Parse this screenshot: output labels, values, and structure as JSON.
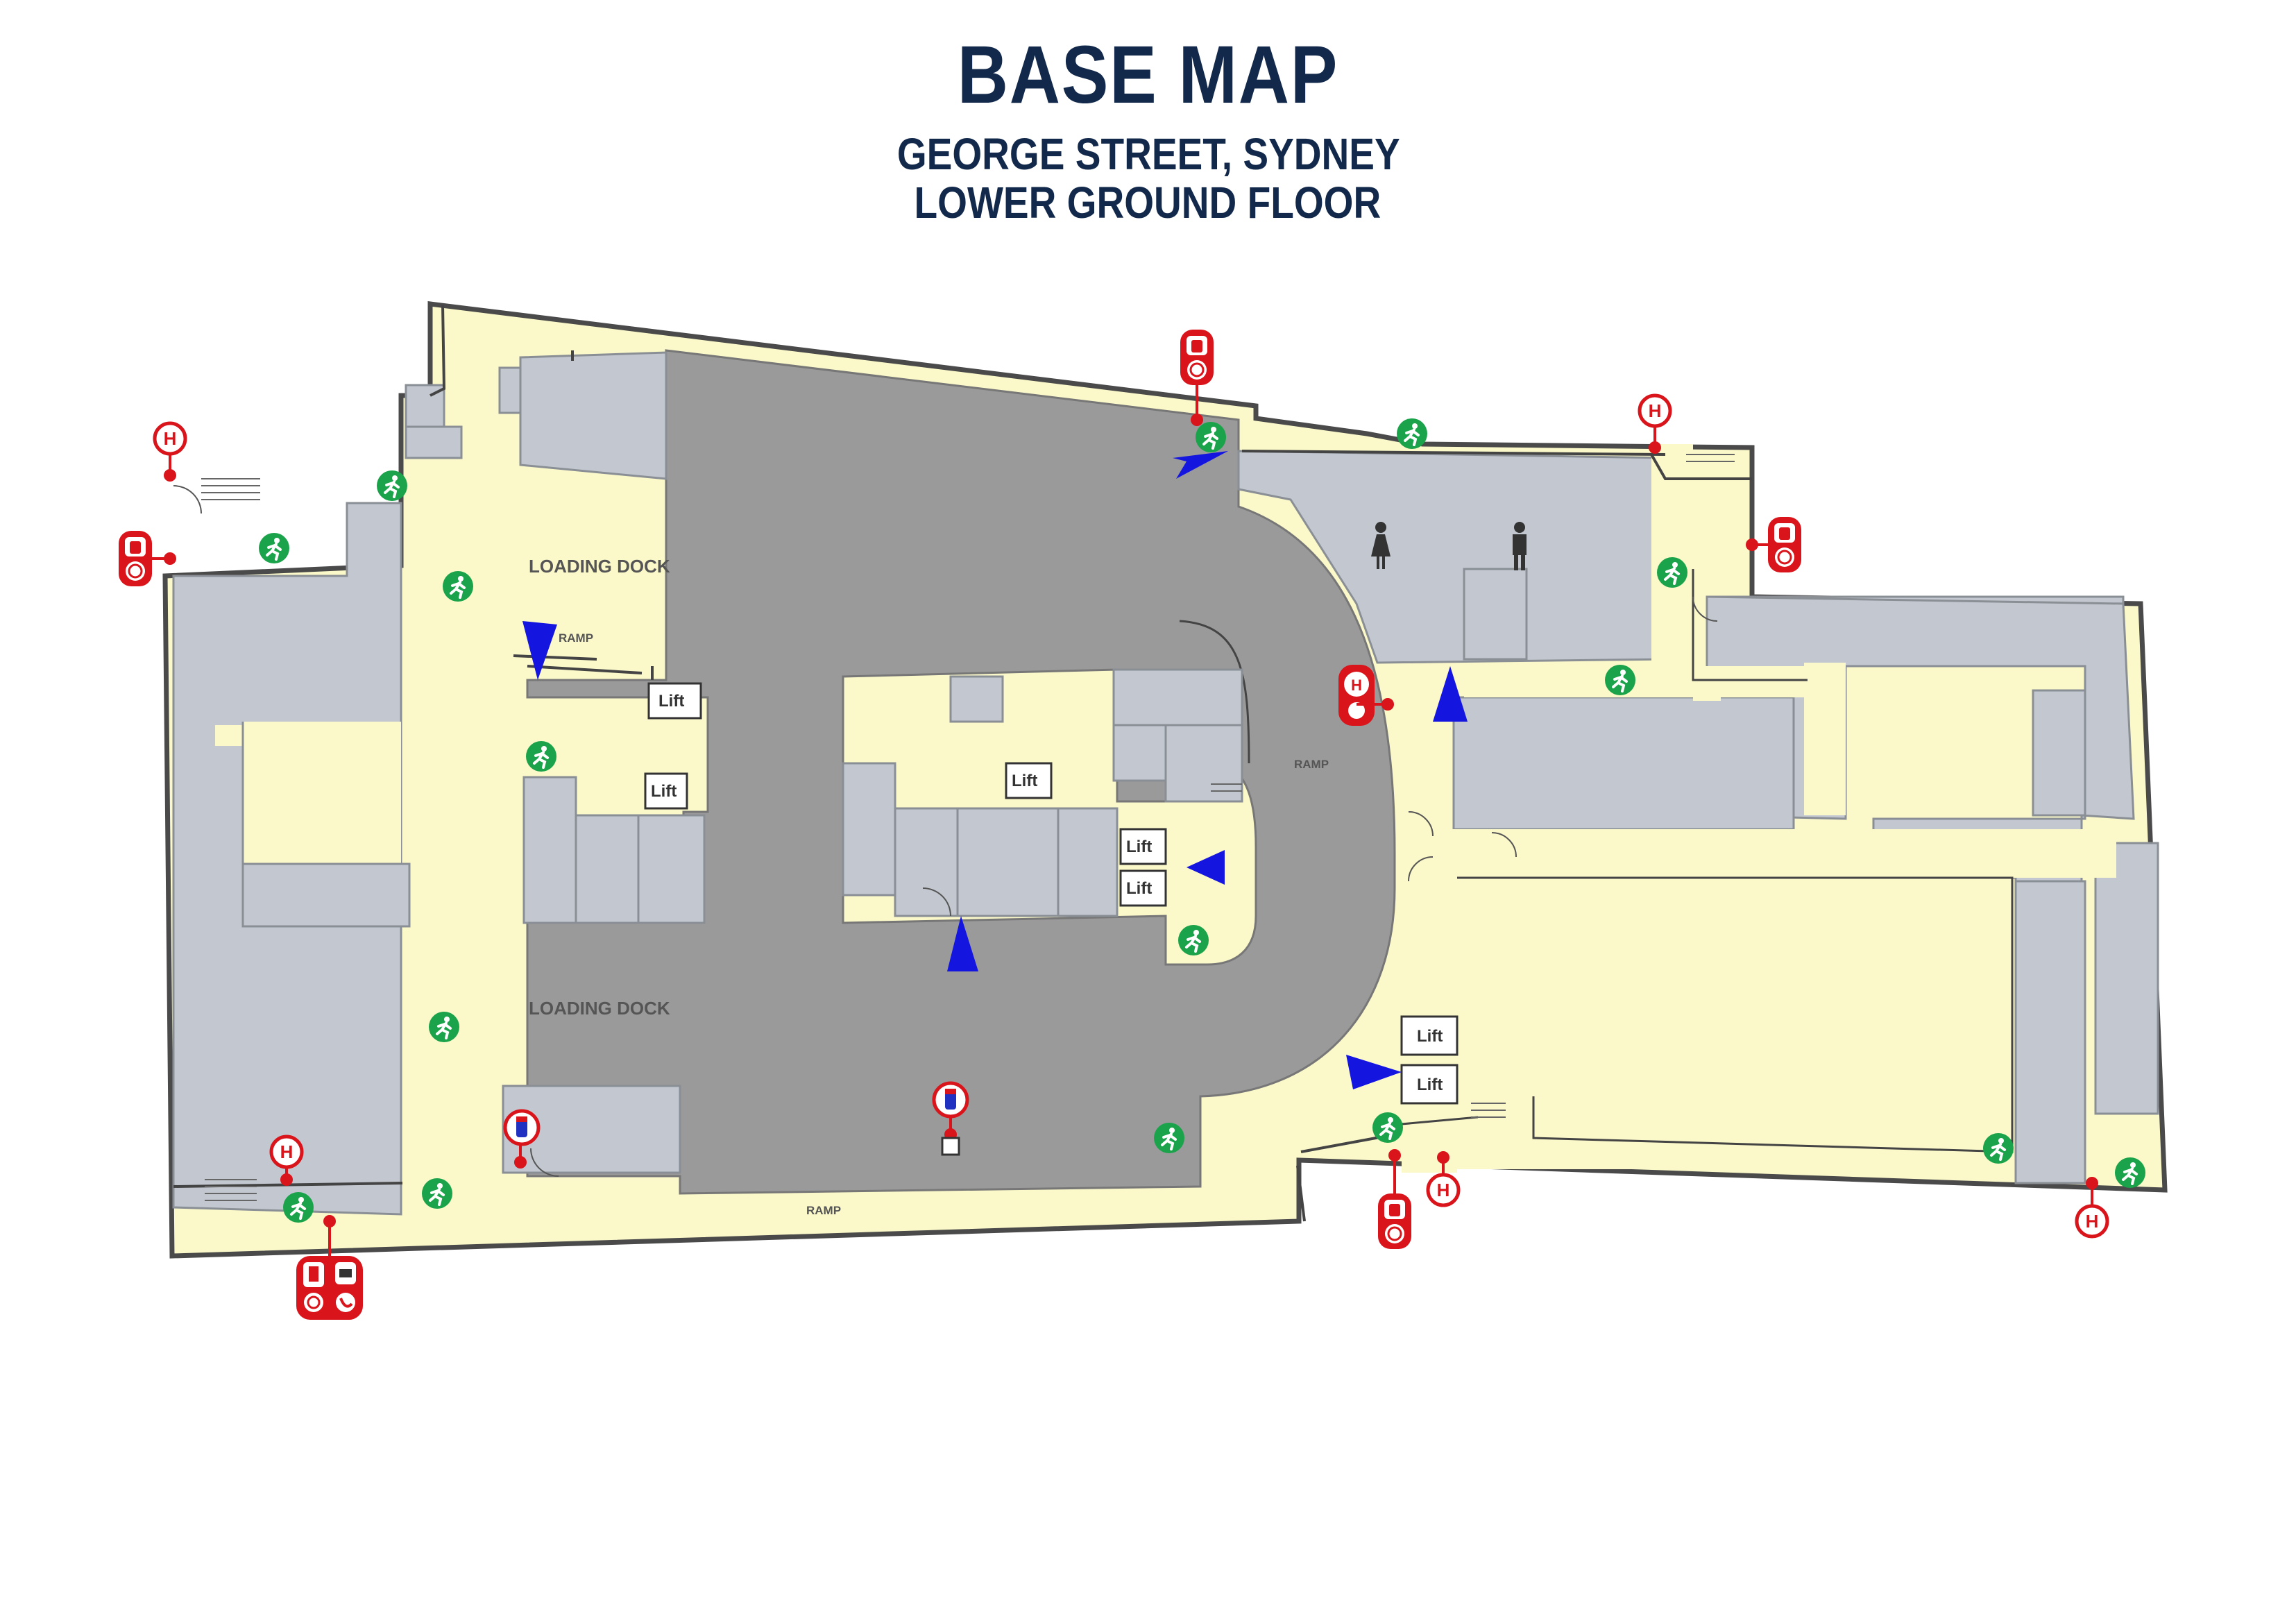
{
  "header": {
    "title": "BASE MAP",
    "subtitle_line1": "GEORGE STREET, SYDNEY",
    "subtitle_line2": "LOWER GROUND FLOOR"
  },
  "map": {
    "area_labels": {
      "loading_dock_top": "LOADING DOCK",
      "loading_dock_bottom": "LOADING DOCK",
      "ramp_left": "RAMP",
      "ramp_center": "RAMP",
      "ramp_bottom": "RAMP"
    },
    "lift_label": "Lift",
    "hydrant_label": "H",
    "colors": {
      "corridor": "#fbf9c9",
      "tenancy": "#c3c8d0",
      "loading_dock": "#9a9a9a",
      "outline": "#4a4a4a",
      "exit_sign": "#1aa34a",
      "fire_equipment": "#d9141b",
      "direction_arrow": "#1515e0"
    },
    "icons": [
      "exit-sign-icon",
      "fire-hydrant-icon",
      "fire-extinguisher-icon",
      "fire-hose-reel-icon",
      "emergency-phone-icon",
      "direction-arrow-icon",
      "female-toilet-icon",
      "male-toilet-icon"
    ]
  }
}
